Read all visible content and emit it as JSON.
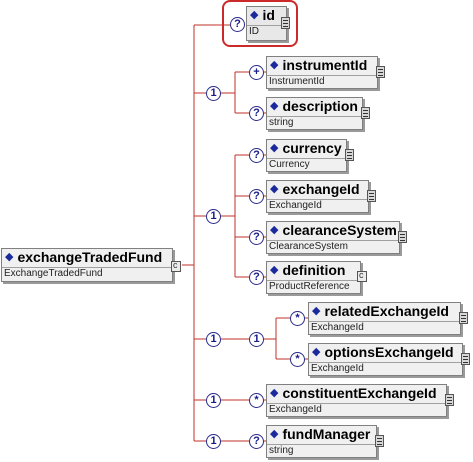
{
  "root": {
    "name": "exchangeTradedFund",
    "type": "ExchangeTradedFund"
  },
  "attribute": {
    "name": "id",
    "type": "ID",
    "occurrence": "?"
  },
  "sequence_one": {
    "occurrence": "1",
    "items": [
      {
        "name": "instrumentId",
        "type": "InstrumentId",
        "occurrence": "+"
      },
      {
        "name": "description",
        "type": "string",
        "occurrence": "?"
      }
    ]
  },
  "sequence_two": {
    "occurrence": "1",
    "items": [
      {
        "name": "currency",
        "type": "Currency",
        "occurrence": "?"
      },
      {
        "name": "exchangeId",
        "type": "ExchangeId",
        "occurrence": "?"
      },
      {
        "name": "clearanceSystem",
        "type": "ClearanceSystem",
        "occurrence": "?"
      },
      {
        "name": "definition",
        "type": "ProductReference",
        "occurrence": "?"
      }
    ]
  },
  "sequence_three": {
    "occurrence": "1",
    "inner_occurrence": "1",
    "items": [
      {
        "name": "relatedExchangeId",
        "type": "ExchangeId",
        "occurrence": "*"
      },
      {
        "name": "optionsExchangeId",
        "type": "ExchangeId",
        "occurrence": "*"
      }
    ]
  },
  "sequence_four": {
    "occurrence": "1",
    "items": [
      {
        "name": "constituentExchangeId",
        "type": "ExchangeId",
        "occurrence": "*"
      }
    ]
  },
  "sequence_five": {
    "occurrence": "1",
    "items": [
      {
        "name": "fundManager",
        "type": "string",
        "occurrence": "?"
      }
    ]
  },
  "colors": {
    "line": "#c0302a",
    "highlight": "#cc2a2a",
    "node_bg": "#f0f0f0",
    "occurrence_ring": "#2a2a8a"
  }
}
